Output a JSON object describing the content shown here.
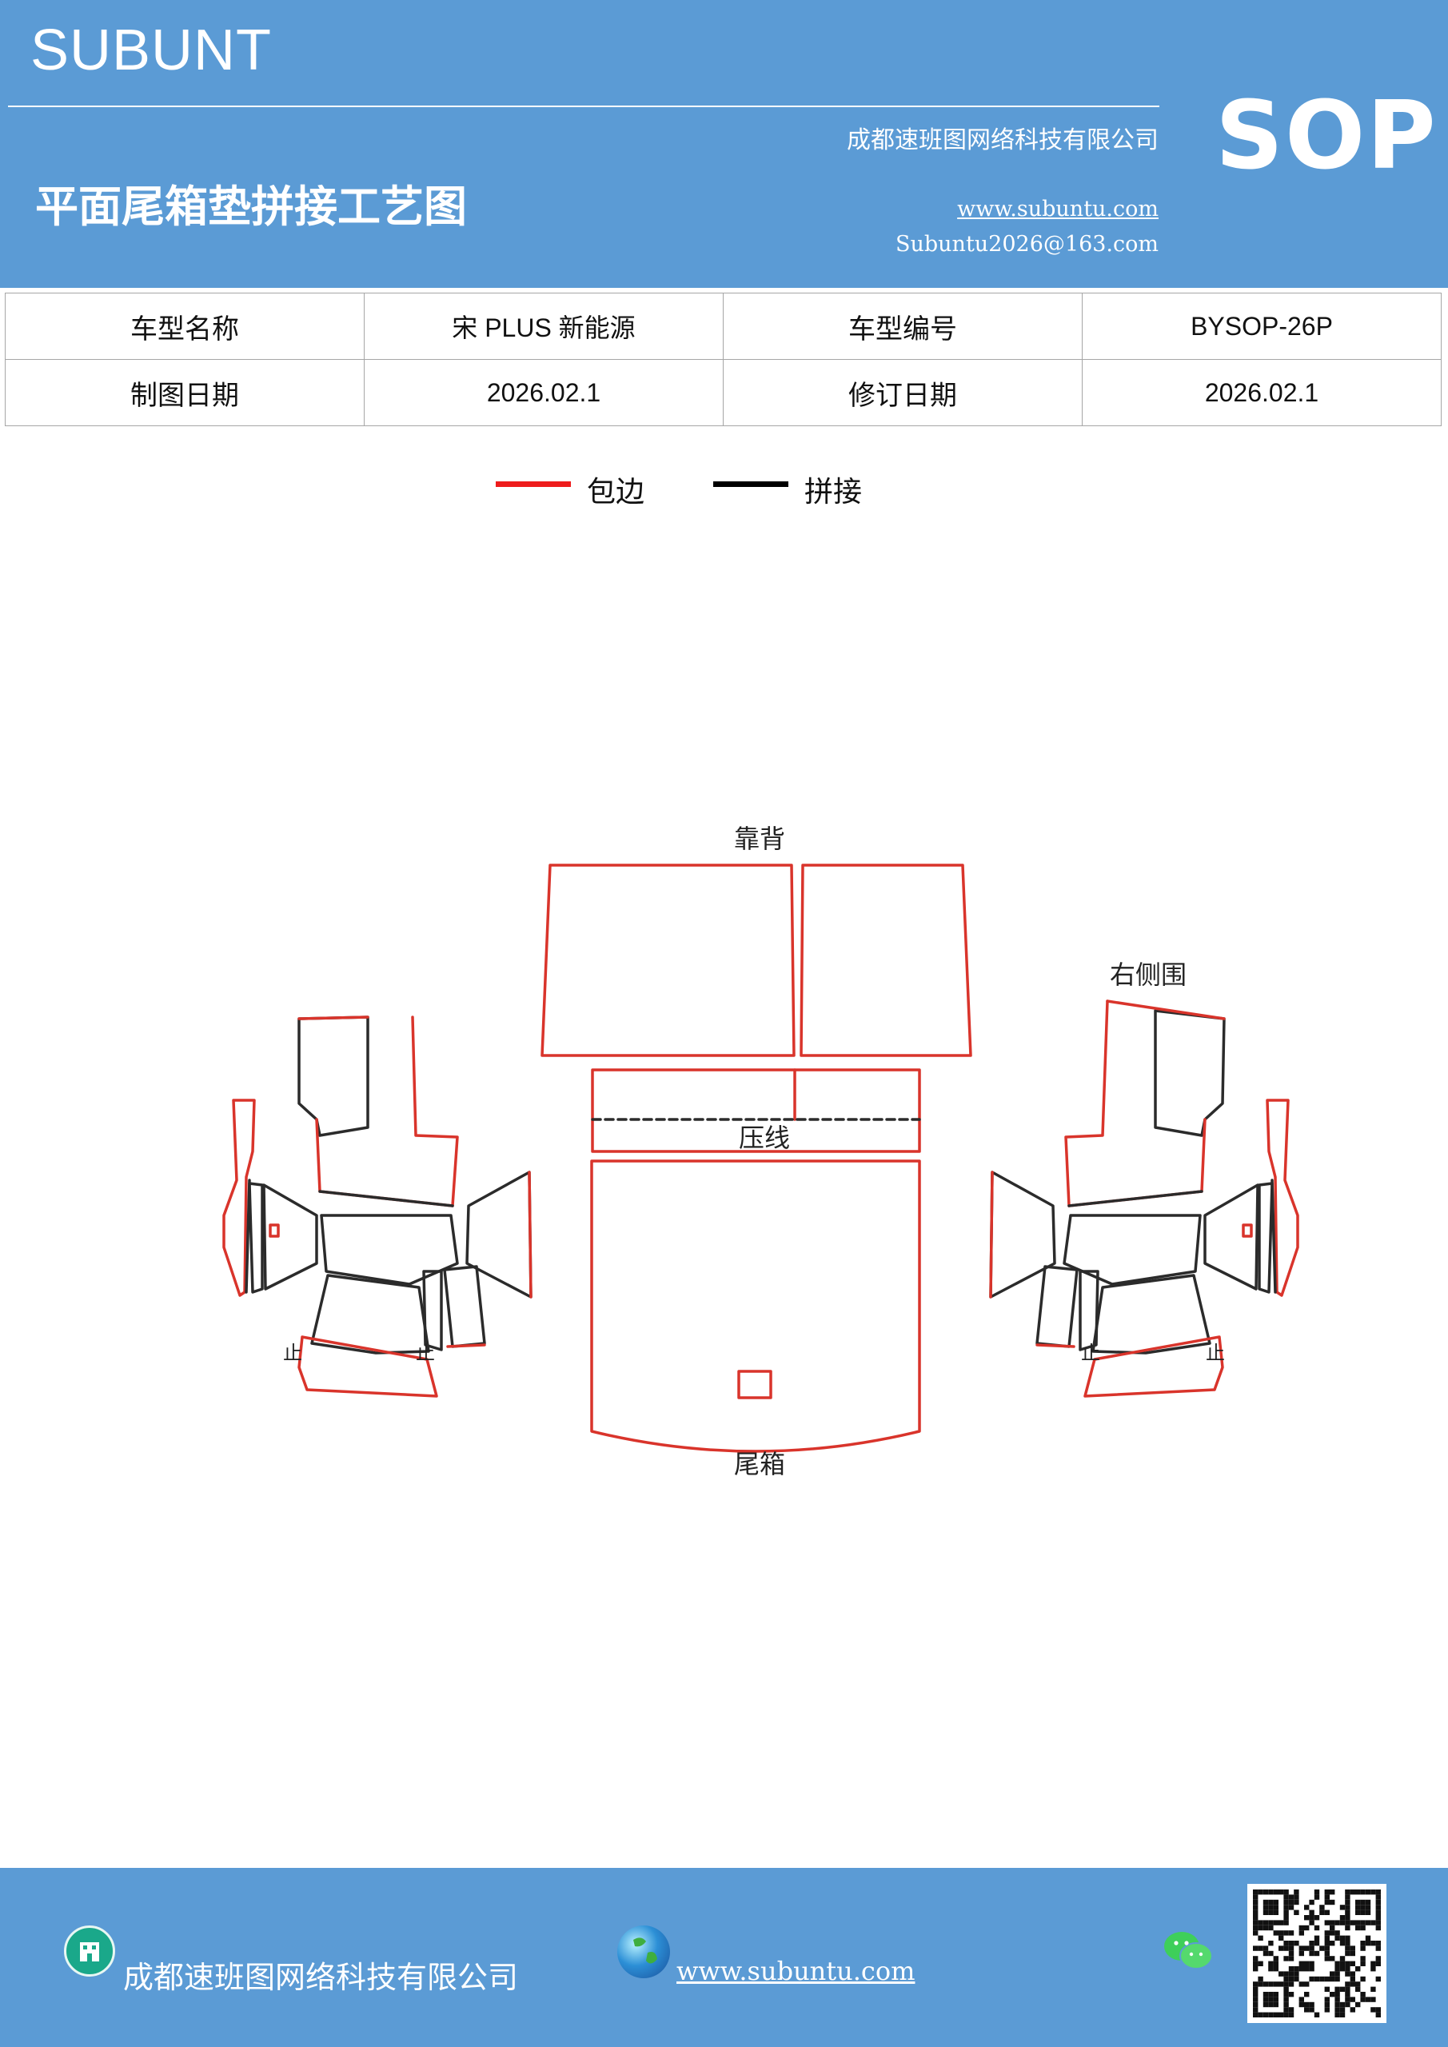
{
  "header": {
    "brand": "SUBUNT",
    "company": "成都速班图网络科技有限公司",
    "title": "平面尾箱垫拼接工艺图",
    "website": "www.subuntu.com",
    "email": "Subuntu2026@163.com",
    "badge": "SOP"
  },
  "info_table": {
    "rows": [
      [
        "车型名称",
        "宋 PLUS 新能源",
        "车型编号",
        "BYSOP-26P"
      ],
      [
        "制图日期",
        "2026.02.1",
        "修订日期",
        "2026.02.1"
      ]
    ]
  },
  "legend": {
    "items": [
      {
        "label": "包边",
        "color": "#ee1c1c"
      },
      {
        "label": "拼接",
        "color": "#000000"
      }
    ]
  },
  "diagram": {
    "labels": {
      "backrest": "靠背",
      "right_side": "右侧围",
      "crease": "压线",
      "trunk": "尾箱",
      "stop": "止"
    },
    "colors": {
      "edge": "#d9342b",
      "seam": "#2b2b2b"
    }
  },
  "footer": {
    "company": "成都速班图网络科技有限公司",
    "website": "www.subuntu.com"
  },
  "icons": [
    "building-icon",
    "globe-icon",
    "wechat-icon",
    "qr-code"
  ]
}
